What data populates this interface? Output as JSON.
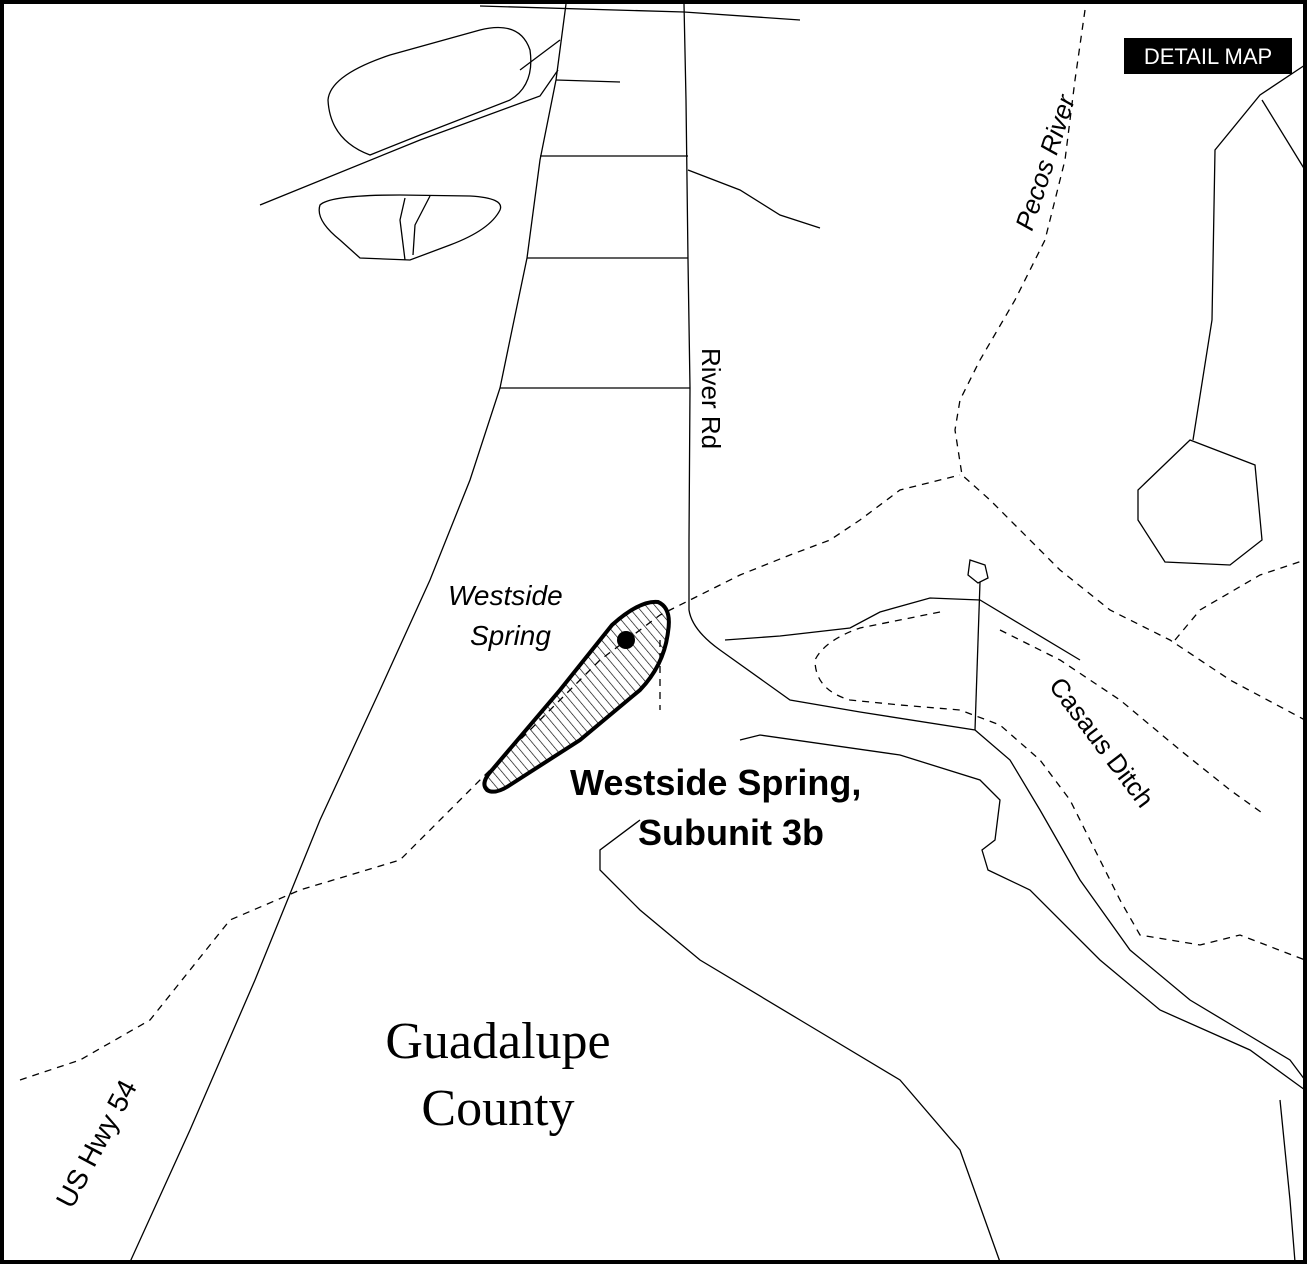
{
  "badge": {
    "text": "DETAIL MAP"
  },
  "labels": {
    "pecos_river": "Pecos River",
    "river_rd": "River Rd",
    "westside_spring_line1": "Westside",
    "westside_spring_line2": "Spring",
    "subunit_line1": "Westside Spring,",
    "subunit_line2": "Subunit 3b",
    "casaus_ditch": "Casaus Ditch",
    "county_line1": "Guadalupe",
    "county_line2": "County",
    "us_hwy": "US Hwy 54"
  },
  "colors": {
    "ink": "#000000",
    "paper": "#ffffff",
    "badge_bg": "#000000",
    "badge_fg": "#ffffff"
  }
}
